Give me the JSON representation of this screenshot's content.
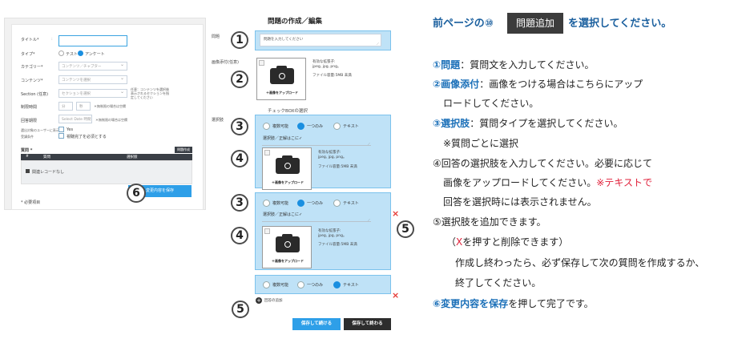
{
  "left_form": {
    "title_label": "タイトル*",
    "type_label": "タイプ*",
    "type_options": [
      "テスト",
      "アンケート"
    ],
    "category_label": "カテゴリー*",
    "category_value": "コンテンツ／チャプター",
    "content_label": "コンテンツ*",
    "content_value": "コンテンツを選択",
    "section_label": "Section (任意)",
    "section_value": "セクションを選択",
    "section_note": "任意：コンテンツを選択後表示されるセクションを指定してください",
    "limit_label": "制限時間",
    "limit_min": "分",
    "limit_sec": "秒",
    "limit_note": "＊無制限の場合は空欄",
    "date_label": "回答期限",
    "date_placeholder": "Select Date 時間",
    "date_note": "＊無制限の場合は空欄",
    "show_user_label": "選出対象のユーザーに表示",
    "show_user_value": "Yes",
    "required_label": "受講条件",
    "required_value": "視聴完了を必須とする",
    "question_header": "質問 *",
    "question_create_btn": "問題作成",
    "table_cols": [
      "#",
      "質問",
      "選択肢"
    ],
    "no_records": "関連レコードなし",
    "save_button": "変更内容を保存",
    "required_note": "* 必要項目"
  },
  "circles": {
    "one": "1",
    "two": "2",
    "three": "3",
    "four": "4",
    "five": "5",
    "six": "6"
  },
  "editor": {
    "title": "問題の作成／編集",
    "question_label": "問題",
    "question_placeholder": "問題を入力してください",
    "image_label": "画像添付(任意)",
    "upload_label": "＋画像をアップロード",
    "file_ext_title": "有効な拡張子:",
    "file_ext_values": "jpeg, jpg, png。",
    "file_size": "ファイル容量:5MB 未満",
    "checkbox_title": "チェックBOXの選択",
    "choice_label": "選択肢",
    "type_options": [
      "複数可能",
      "一つのみ",
      "テキスト"
    ],
    "choice_placeholder": "選択肢／正解はこに✓",
    "add_choice": "回答の追加",
    "save_continue": "保存して続ける",
    "save_finish": "保存して終わる"
  },
  "instructions": {
    "top_prefix": "前ページの⑩",
    "top_button": "問題追加",
    "top_suffix": "を選択してください。",
    "l1_num": "①",
    "l1_key": "問題",
    "l1_text": "：質問文を入力してください。",
    "l2_num": "②",
    "l2_key": "画像添付",
    "l2_text": "：画像をつける場合はこちらにアップ",
    "l2b_text": "ロードしてください。",
    "l3_num": "③",
    "l3_key": "選択肢",
    "l3_text": "：質問タイプを選択してください。",
    "l3b_red": "※質問ごとに選択",
    "l4_text": "④回答の選択肢を入力してください。必要に応じて",
    "l4b_text": "画像をアップロードしてください。",
    "l4b_red": "※テキストで",
    "l4c_red": "回答を選択時には表示されません。",
    "l5_text": "⑤選択肢を追加できます。",
    "l5b_open": "（",
    "l5b_x": "X",
    "l5b_text": "を押すと削除できます）",
    "l5c_red": "作成し終わったら、必ず保存して次の質問を作成するか、",
    "l5d_red": "終了してください。",
    "l6_num": "⑥",
    "l6_key": "変更内容を保存",
    "l6_text": "を押して完了です。"
  },
  "colors": {
    "accent": "#2e9fe8",
    "box_fill": "#bfe2f7",
    "heading_blue": "#1a5f9e",
    "warning_red": "#e0203a"
  },
  "icons": {
    "camera": "camera-icon",
    "remove": "remove-x-icon",
    "add": "plus-circle-icon"
  }
}
